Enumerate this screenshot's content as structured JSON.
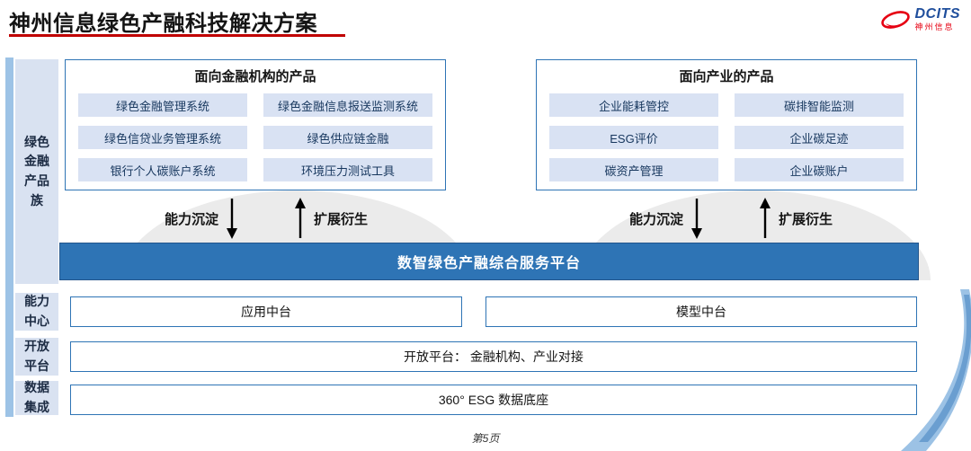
{
  "header": {
    "title": "神州信息绿色产融科技解决方案",
    "logo": {
      "brand": "DCITS",
      "sub": "神州信息"
    }
  },
  "sidebar": {
    "family_label": "绿色\n金融\n产品\n族",
    "capability_label": "能力\n中心",
    "open_label": "开放\n平台",
    "data_label": "数据\n集成"
  },
  "finance_box": {
    "title": "面向金融机构的产品",
    "items": [
      "绿色金融管理系统",
      "绿色金融信息报送监测系统",
      "绿色信贷业务管理系统",
      "绿色供应链金融",
      "银行个人碳账户系统",
      "环境压力测试工具"
    ]
  },
  "industry_box": {
    "title": "面向产业的产品",
    "items": [
      "企业能耗管控",
      "碳排智能监测",
      "ESG评价",
      "企业碳足迹",
      "碳资产管理",
      "企业碳账户"
    ]
  },
  "arrows": {
    "down_label": "能力沉淀",
    "up_label": "扩展衍生"
  },
  "platform_bar": {
    "label": "数智绿色产融综合服务平台"
  },
  "capability_row": {
    "left": "应用中台",
    "right": "模型中台"
  },
  "open_row": {
    "label": "开放平台： 金融机构、产业对接"
  },
  "data_row": {
    "label": "360° ESG 数据底座"
  },
  "footer": {
    "page": "第5页"
  },
  "colors": {
    "accent_red": "#c00000",
    "platform_blue": "#2e74b5",
    "pill_blue": "#d9e2f3",
    "sidebar_blue": "#d9e2f1",
    "border_blue": "#2e74b5",
    "logo_blue": "#1f4e9c",
    "logo_red": "#e60012",
    "dome_gray": "#ebebeb",
    "swoosh_blue": "#9cc2e5"
  }
}
